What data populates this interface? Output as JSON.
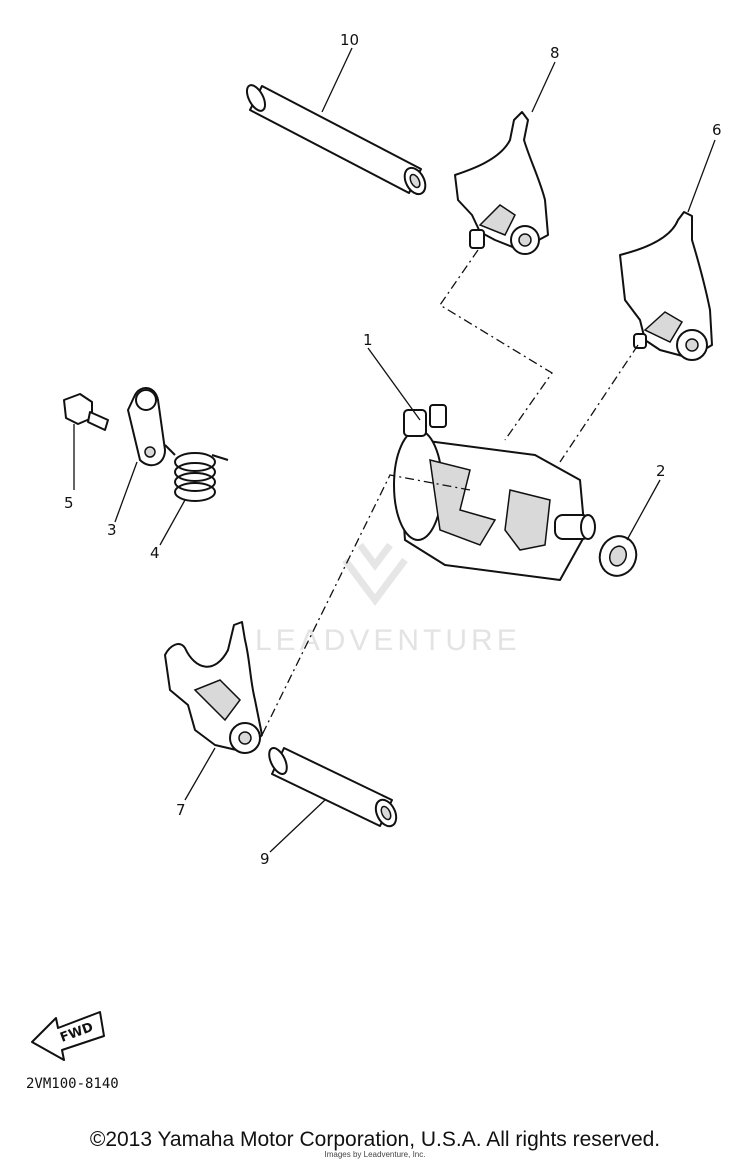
{
  "callouts": {
    "c1": "1",
    "c2": "2",
    "c3": "3",
    "c4": "4",
    "c5": "5",
    "c6": "6",
    "c7": "7",
    "c8": "8",
    "c9": "9",
    "c10": "10"
  },
  "watermark": "LEADVENTURE",
  "fwd_label": "FWD",
  "diagram_code": "2VM100-8140",
  "copyright": "©2013 Yamaha Motor Corporation, U.S.A. All rights reserved.",
  "credit": "Images by Leadventure, Inc."
}
